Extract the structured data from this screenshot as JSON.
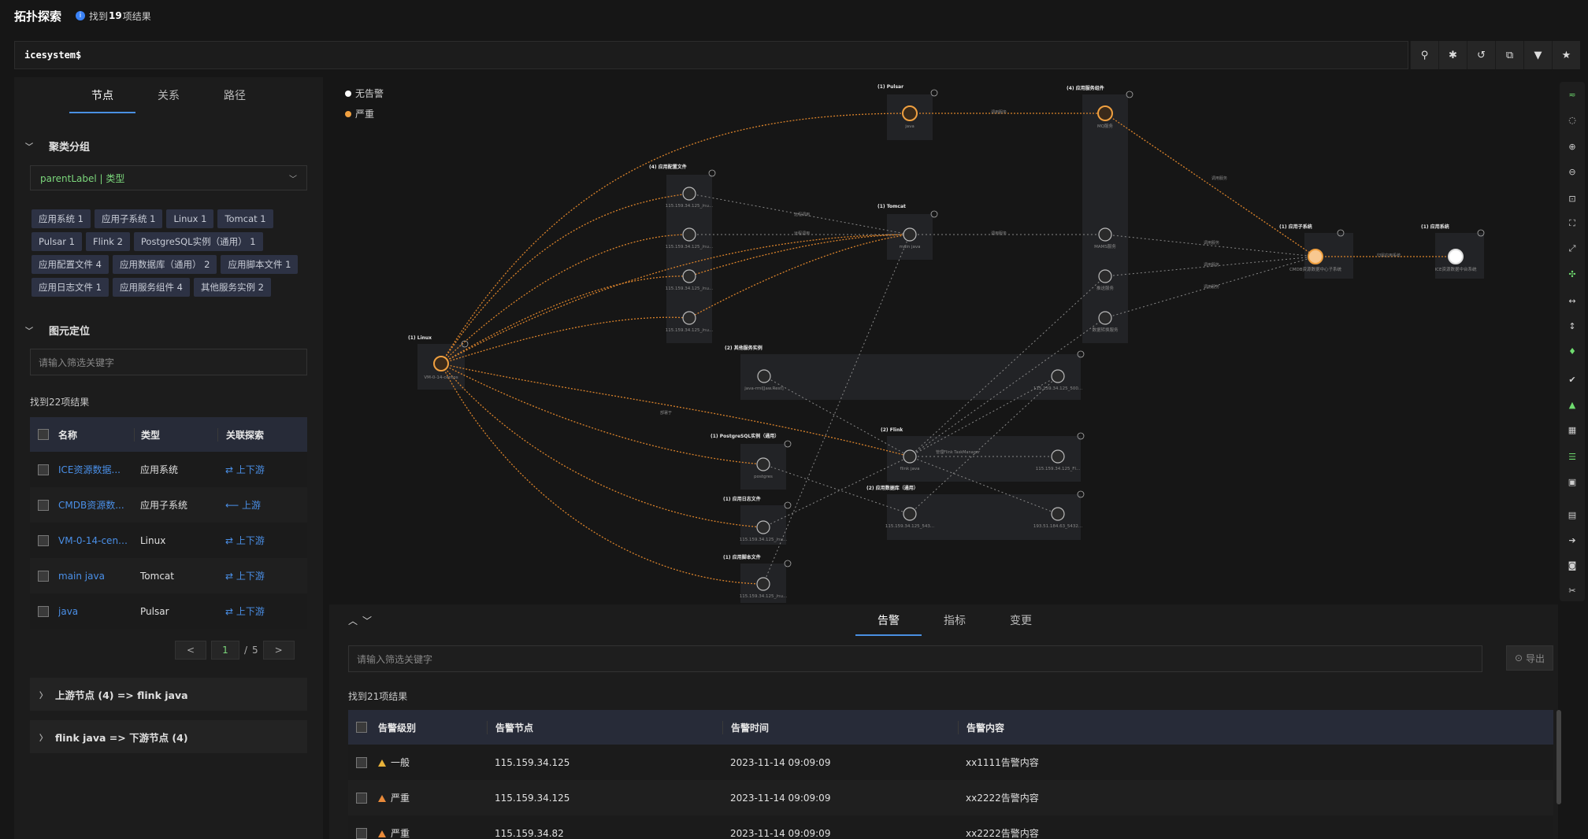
{
  "header": {
    "title": "拓扑探索",
    "info_prefix": "找到",
    "info_count": "19",
    "info_suffix": "项结果"
  },
  "search": {
    "query": "icesystem$"
  },
  "toolbar": [
    "search-icon",
    "asterisk-icon",
    "history-icon",
    "layers-icon",
    "filter-icon",
    "star-icon"
  ],
  "left": {
    "tabs": [
      "节点",
      "关系",
      "路径"
    ],
    "cluster": {
      "title": "聚类分组",
      "select": "parentLabel | 类型"
    },
    "chips": [
      "应用系统 1",
      "应用子系统 1",
      "Linux 1",
      "Tomcat 1",
      "Pulsar 1",
      "Flink 2",
      "PostgreSQL实例（通用） 1",
      "应用配置文件 4",
      "应用数据库（通用） 2",
      "应用脚本文件 1",
      "应用日志文件 1",
      "应用服务组件 4",
      "其他服务实例 2"
    ],
    "locate": {
      "title": "图元定位",
      "placeholder": "请输入筛选关键字",
      "found": "找到22项结果"
    },
    "table": {
      "headers": [
        "名称",
        "类型",
        "关联探索"
      ],
      "rows": [
        {
          "name": "ICE资源数据...",
          "type": "应用系统",
          "rel": "⇄ 上下游"
        },
        {
          "name": "CMDB资源数...",
          "type": "应用子系统",
          "rel": "⟵ 上游"
        },
        {
          "name": "VM-0-14-centos",
          "type": "Linux",
          "rel": "⇄ 上下游"
        },
        {
          "name": "main java",
          "type": "Tomcat",
          "rel": "⇄ 上下游"
        },
        {
          "name": "java",
          "type": "Pulsar",
          "rel": "⇄ 上下游"
        }
      ]
    },
    "pager": {
      "prev": "<",
      "page": "1",
      "sep": "/",
      "total": "5",
      "next": ">"
    },
    "upstream": "上游节点 (4) => flink java",
    "downstream": "flink java => 下游节点 (4)"
  },
  "graph": {
    "legend": [
      {
        "label": "无告警",
        "color": "#ffffff"
      },
      {
        "label": "严重",
        "color": "#f0a040"
      }
    ],
    "groups": {
      "linux": "(1) Linux",
      "config": "(4) 应用配置文件",
      "pulsar": "(1) Pulsar",
      "tomcat": "(1) Tomcat",
      "svc": "(4) 应用服务组件",
      "sub": "(1) 应用子系统",
      "sys": "(1) 应用系统",
      "other": "(2) 其他服务实例",
      "pg": "(1) PostgreSQL实例（通用）",
      "flink": "(2) Flink",
      "log": "(1) 应用日志文件",
      "db": "(2) 应用数据库（通用）",
      "script": "(1) 应用脚本文件"
    },
    "nodes": {
      "vm": "VM-0-14-centos",
      "cfg1": "115.159.34.125_/nu...",
      "cfg2": "115.159.34.125_/nu...",
      "cfg3": "115.159.34.125_/nu...",
      "cfg4": "115.159.34.125_/nu...",
      "pulsar": "java",
      "tomcat": "main java",
      "mq": "MQ服务",
      "mams": "MAMS服务",
      "push": "推送服务",
      "data": "数据转换服务",
      "sub": "CMDB资源数据中心子系统",
      "sys": "ICE资源数据中台系统",
      "other1": "java-rmi[Jaw.Rest]",
      "other2": "115.159.34.125_500...",
      "pg": "postgres",
      "flink1": "flink java",
      "flink2": "115.159.34.125_Fl...",
      "log": "115.159.34.125_/nu...",
      "db1": "115.159.34.125_543...",
      "db2": "193.51.184.63_5432...",
      "script": "115.159.34.125_/nu..."
    },
    "edges": {
      "call": "调用服务",
      "calls": "远程调用",
      "belong": "归属应用系统",
      "run": "部署于",
      "flinkjob": "管理Flink TaskManager"
    }
  },
  "rightbar": [
    "layout-icon",
    "loading-icon",
    "zoom-in-icon",
    "zoom-out-icon",
    "fit-icon",
    "frame-icon",
    "expand-icon",
    "cluster-icon",
    "horizontal-icon",
    "vertical-icon",
    "pin-icon",
    "check-icon",
    "alert-icon",
    "map-icon",
    "list-icon",
    "image-icon",
    "doc-icon",
    "login-icon",
    "camera-icon",
    "tools-icon"
  ],
  "bottom": {
    "tabs": [
      "告警",
      "指标",
      "变更"
    ],
    "placeholder": "请输入筛选关键字",
    "export": "导出",
    "found": "找到21项结果",
    "headers": [
      "告警级别",
      "告警节点",
      "告警时间",
      "告警内容"
    ],
    "rows": [
      {
        "level": "一般",
        "node": "115.159.34.125",
        "time": "2023-11-14 09:09:09",
        "content": "xx1111告警内容"
      },
      {
        "level": "严重",
        "node": "115.159.34.125",
        "time": "2023-11-14 09:09:09",
        "content": "xx2222告警内容"
      },
      {
        "level": "严重",
        "node": "115.159.34.82",
        "time": "2023-11-14 09:09:09",
        "content": "xx2222告警内容"
      }
    ]
  }
}
